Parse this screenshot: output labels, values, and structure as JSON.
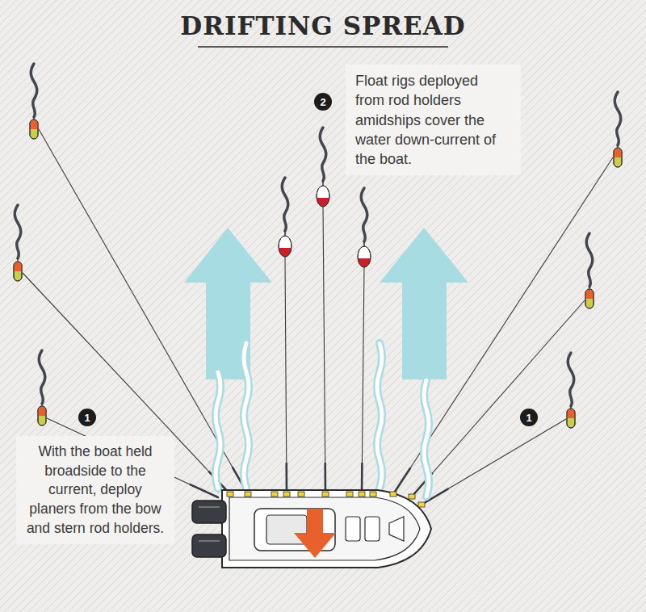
{
  "diagram": {
    "title": "DRIFTING SPREAD",
    "nodes": [
      {
        "text": [
          "2"
        ]
      },
      {
        "text": [
          "Float rigs deployed from rod holders amidships cover the water down-current of the boat."
        ]
      },
      {
        "text": [
          "1"
        ]
      },
      {
        "text": [
          "With the boat held broadside to the current, deploy planers from the bow and stern rod holders."
        ]
      },
      {
        "text": [
          "1"
        ]
      }
    ]
  }
}
